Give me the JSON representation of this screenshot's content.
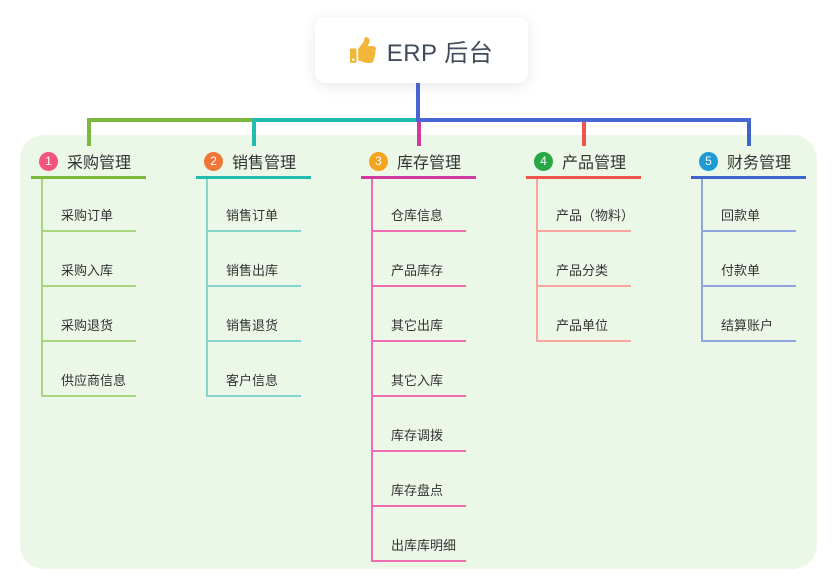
{
  "root_node": {
    "icon": "thumbs-up",
    "title": "ERP 后台"
  },
  "connector": {
    "root_color": "#4a66d6"
  },
  "branches": [
    {
      "badge": "1",
      "label": "采购管理",
      "badge_color": "#f4537e",
      "line_color": "#7cb93d",
      "sub_line_color": "#a9d480",
      "items": [
        "采购订单",
        "采购入库",
        "采购退货",
        "供应商信息"
      ]
    },
    {
      "badge": "2",
      "label": "销售管理",
      "badge_color": "#ee7639",
      "line_color": "#24bcae",
      "sub_line_color": "#82d6cb",
      "items": [
        "销售订单",
        "销售出库",
        "销售退货",
        "客户信息"
      ]
    },
    {
      "badge": "3",
      "label": "库存管理",
      "badge_color": "#f5a51d",
      "line_color": "#cf3aa0",
      "sub_line_color": "#ef6cb3",
      "items": [
        "仓库信息",
        "产品库存",
        "其它出库",
        "其它入库",
        "库存调拨",
        "库存盘点",
        "出库库明细"
      ]
    },
    {
      "badge": "4",
      "label": "产品管理",
      "badge_color": "#27a844",
      "line_color": "#f0544f",
      "sub_line_color": "#f8a5a0",
      "items": [
        "产品（物料）",
        "产品分类",
        "产品单位"
      ]
    },
    {
      "badge": "5",
      "label": "财务管理",
      "badge_color": "#1e9ad6",
      "line_color": "#3f64cc",
      "sub_line_color": "#8fa5de",
      "items": [
        "回款单",
        "付款单",
        "结算账户"
      ]
    }
  ],
  "colors": {
    "canvas_bg": "#ffffff",
    "panel_bg": "#ebf7e7",
    "text": "#333333",
    "root_text": "#3f4a5a",
    "icon_yellow": "#f2b63c"
  }
}
